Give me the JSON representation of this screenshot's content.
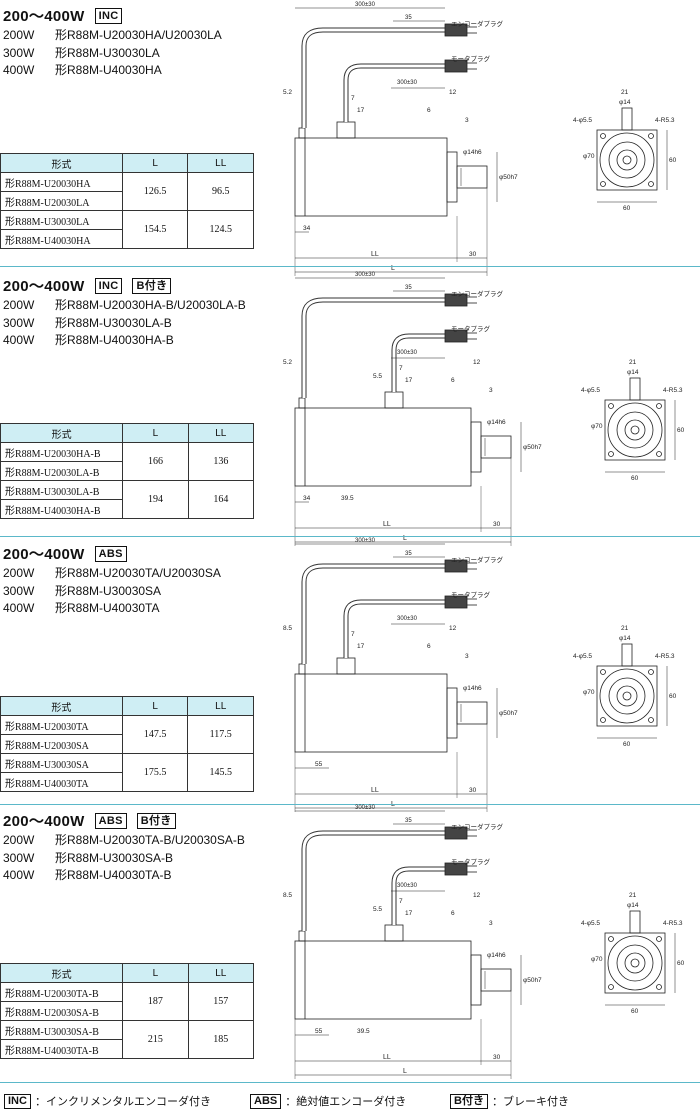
{
  "sections": [
    {
      "title": "200～400W",
      "badges": [
        "INC"
      ],
      "models": [
        {
          "watt": "200W",
          "name": "形R88M-U20030HA/U20030LA"
        },
        {
          "watt": "300W",
          "name": "形R88M-U30030LA"
        },
        {
          "watt": "400W",
          "name": "形R88M-U40030HA"
        }
      ],
      "table": {
        "headers": [
          "形式",
          "L",
          "LL"
        ],
        "groups": [
          {
            "models": [
              "形R88M-U20030HA",
              "形R88M-U20030LA"
            ],
            "L": "126.5",
            "LL": "96.5"
          },
          {
            "models": [
              "形R88M-U30030LA",
              "形R88M-U40030HA"
            ],
            "L": "154.5",
            "LL": "124.5"
          }
        ]
      },
      "drawing": {
        "cable_len": "300±30",
        "enc_plug": "エンコーダプラグ",
        "motor_plug": "モータプラグ",
        "d35": "35",
        "d52": "5.2",
        "d7": "7",
        "d17": "17",
        "d300b": "300±30",
        "d12": "12",
        "d6": "6",
        "d3": "3",
        "d34": "34",
        "d39": "",
        "LL": "LL",
        "L": "L",
        "d30": "30",
        "shaft": "φ14h6",
        "flange": "φ50h7",
        "f21": "21",
        "f14": "φ14",
        "f55": "4-φ5.5",
        "fR": "4-R5.3",
        "f70": "φ70",
        "f60h": "60",
        "f60v": "60"
      }
    },
    {
      "title": "200～400W",
      "badges": [
        "INC",
        "B付き"
      ],
      "models": [
        {
          "watt": "200W",
          "name": "形R88M-U20030HA-B/U20030LA-B"
        },
        {
          "watt": "300W",
          "name": "形R88M-U30030LA-B"
        },
        {
          "watt": "400W",
          "name": "形R88M-U40030HA-B"
        }
      ],
      "table": {
        "headers": [
          "形式",
          "L",
          "LL"
        ],
        "groups": [
          {
            "models": [
              "形R88M-U20030HA-B",
              "形R88M-U20030LA-B"
            ],
            "L": "166",
            "LL": "136"
          },
          {
            "models": [
              "形R88M-U30030LA-B",
              "形R88M-U40030HA-B"
            ],
            "L": "194",
            "LL": "164"
          }
        ]
      },
      "drawing": {
        "cable_len": "300±30",
        "enc_plug": "エンコーダプラグ",
        "motor_plug": "モータプラグ",
        "d35": "35",
        "d52": "5.2",
        "d7": "7",
        "d17": "17",
        "d300b": "300±30",
        "d12": "12",
        "d6": "6",
        "d3": "3",
        "d34": "34",
        "d39": "39.5",
        "LL": "LL",
        "L": "L",
        "d30": "30",
        "d55s": "5.5",
        "shaft": "φ14h6",
        "flange": "φ50h7",
        "f21": "21",
        "f14": "φ14",
        "f55": "4-φ5.5",
        "fR": "4-R5.3",
        "f70": "φ70",
        "f60h": "60",
        "f60v": "60"
      }
    },
    {
      "title": "200～400W",
      "badges": [
        "ABS"
      ],
      "models": [
        {
          "watt": "200W",
          "name": "形R88M-U20030TA/U20030SA"
        },
        {
          "watt": "300W",
          "name": "形R88M-U30030SA"
        },
        {
          "watt": "400W",
          "name": "形R88M-U40030TA"
        }
      ],
      "table": {
        "headers": [
          "形式",
          "L",
          "LL"
        ],
        "groups": [
          {
            "models": [
              "形R88M-U20030TA",
              "形R88M-U20030SA"
            ],
            "L": "147.5",
            "LL": "117.5"
          },
          {
            "models": [
              "形R88M-U30030SA",
              "形R88M-U40030TA"
            ],
            "L": "175.5",
            "LL": "145.5"
          }
        ]
      },
      "drawing": {
        "cable_len": "300±30",
        "enc_plug": "エンコーダプラグ",
        "motor_plug": "モータプラグ",
        "d35": "35",
        "d52": "8.5",
        "d7": "7",
        "d17": "17",
        "d300b": "300±30",
        "d12": "12",
        "d6": "6",
        "d3": "3",
        "d34": "55",
        "d39": "",
        "LL": "LL",
        "L": "L",
        "d30": "30",
        "shaft": "φ14h6",
        "flange": "φ50h7",
        "f21": "21",
        "f14": "φ14",
        "f55": "4-φ5.5",
        "fR": "4-R5.3",
        "f70": "φ70",
        "f60h": "60",
        "f60v": "60"
      }
    },
    {
      "title": "200～400W",
      "badges": [
        "ABS",
        "B付き"
      ],
      "models": [
        {
          "watt": "200W",
          "name": "形R88M-U20030TA-B/U20030SA-B"
        },
        {
          "watt": "300W",
          "name": "形R88M-U30030SA-B"
        },
        {
          "watt": "400W",
          "name": "形R88M-U40030TA-B"
        }
      ],
      "table": {
        "headers": [
          "形式",
          "L",
          "LL"
        ],
        "groups": [
          {
            "models": [
              "形R88M-U20030TA-B",
              "形R88M-U20030SA-B"
            ],
            "L": "187",
            "LL": "157"
          },
          {
            "models": [
              "形R88M-U30030SA-B",
              "形R88M-U40030TA-B"
            ],
            "L": "215",
            "LL": "185"
          }
        ]
      },
      "drawing": {
        "cable_len": "300±30",
        "enc_plug": "エンコーダプラグ",
        "motor_plug": "モータプラグ",
        "d35": "35",
        "d52": "8.5",
        "d7": "7",
        "d17": "17",
        "d300b": "300±30",
        "d12": "12",
        "d6": "6",
        "d3": "3",
        "d34": "55",
        "d39": "39.5",
        "LL": "LL",
        "L": "L",
        "d30": "30",
        "d55s": "5.5",
        "shaft": "φ14h6",
        "flange": "φ50h7",
        "f21": "21",
        "f14": "φ14",
        "f55": "4-φ5.5",
        "fR": "4-R5.3",
        "f70": "φ70",
        "f60h": "60",
        "f60v": "60"
      }
    }
  ],
  "legend": [
    {
      "badge": "INC",
      "text": "：インクリメンタルエンコーダ付き"
    },
    {
      "badge": "ABS",
      "text": "：絶対値エンコーダ付き"
    },
    {
      "badge": "B付き",
      "text": "：ブレーキ付き"
    }
  ],
  "colors": {
    "rule": "#5bb8c9",
    "table_header": "#cfeef4"
  }
}
